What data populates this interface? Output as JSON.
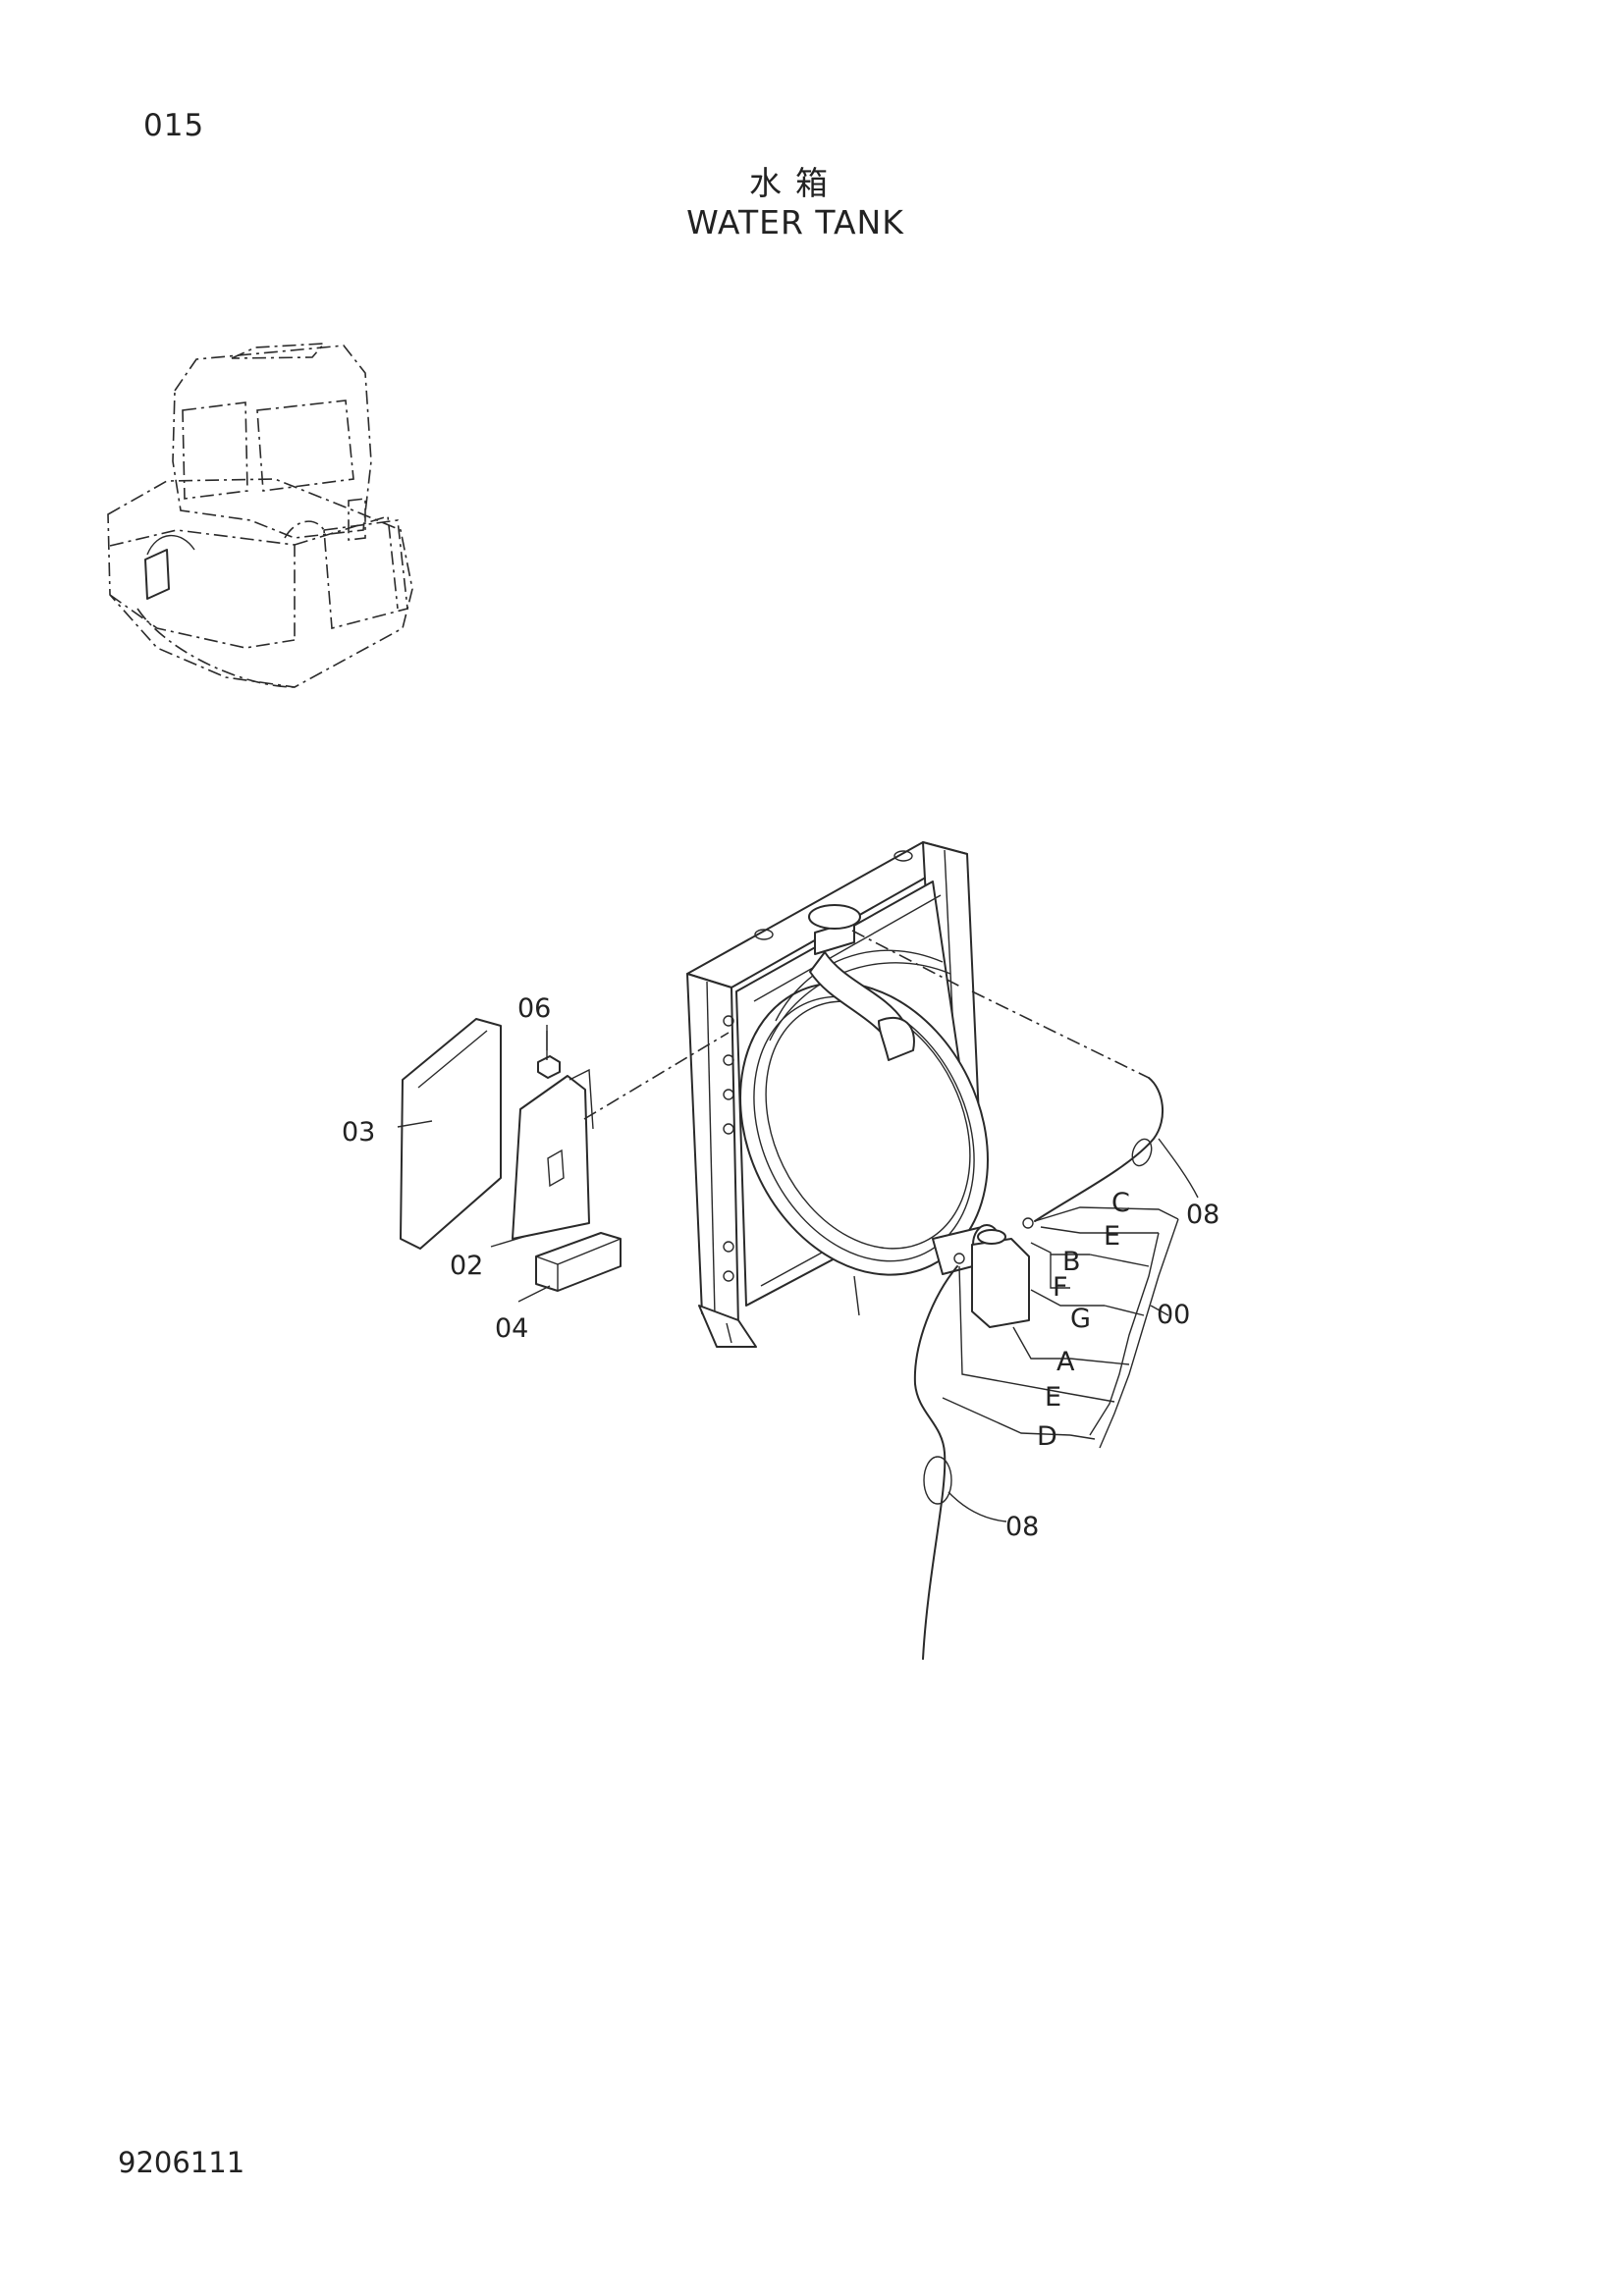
{
  "header": {
    "page_number": "015",
    "title_cn": "水箱",
    "title_en": "WATER TANK"
  },
  "footer": {
    "doc_code": "9206111"
  },
  "callouts": {
    "p06": "06",
    "p03": "03",
    "p02": "02",
    "p04": "04",
    "p08_top": "08",
    "p08_bottom": "08",
    "p00": "00",
    "C": "C",
    "E1": "E",
    "B": "B",
    "F": "F",
    "G": "G",
    "A": "A",
    "E2": "E",
    "D": "D"
  }
}
